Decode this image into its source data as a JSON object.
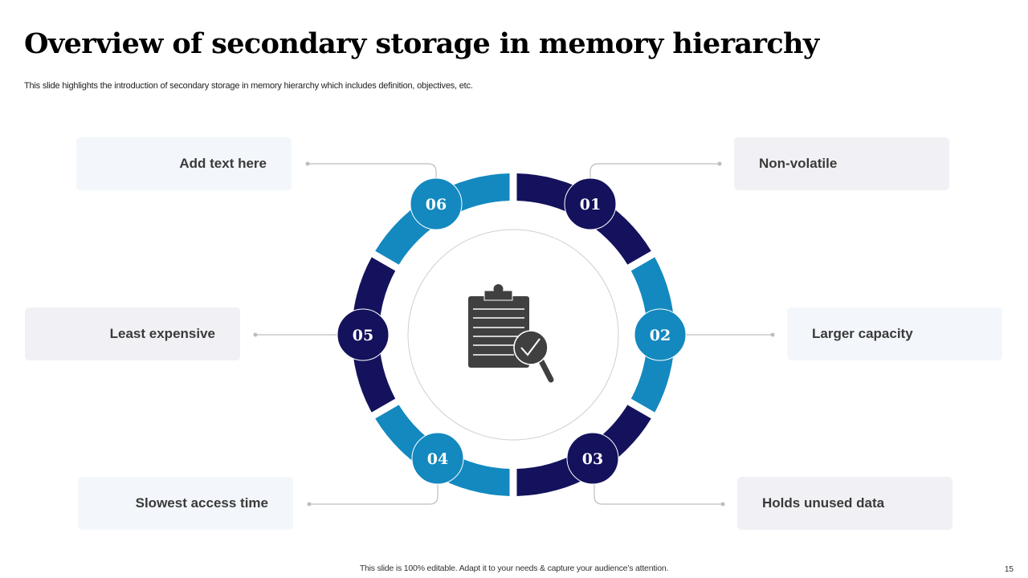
{
  "slide": {
    "title": "Overview of secondary storage in memory hierarchy",
    "subtitle": "This slide highlights the introduction of secondary storage in memory  hierarchy which includes definition, objectives, etc.",
    "footer": "This slide is 100% editable. Adapt it to your needs & capture your audience’s attention.",
    "page_number": "15"
  },
  "colors": {
    "navy": "#14125c",
    "blue": "#1389bf",
    "box_light": "#f3f7fb",
    "box_gray": "#f1f1f5",
    "icon": "#404040",
    "connector": "#bdbdbd"
  },
  "center_icon": "clipboard-magnifier-check-icon",
  "items": [
    {
      "number": "01",
      "label": "Non-volatile",
      "color": "navy"
    },
    {
      "number": "02",
      "label": "Larger capacity",
      "color": "blue"
    },
    {
      "number": "03",
      "label": "Holds unused data",
      "color": "navy"
    },
    {
      "number": "04",
      "label": "Slowest access time",
      "color": "blue"
    },
    {
      "number": "05",
      "label": "Least expensive",
      "color": "navy"
    },
    {
      "number": "06",
      "label": "Add text here",
      "color": "blue"
    }
  ]
}
